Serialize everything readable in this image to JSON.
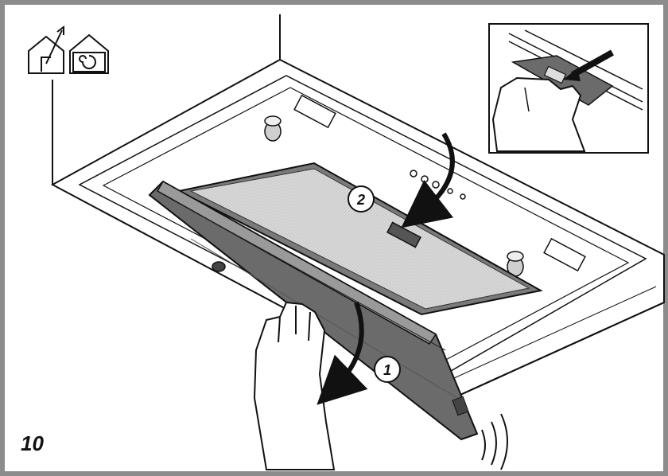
{
  "figure": {
    "step_number": "10",
    "badges": [
      "1",
      "2"
    ],
    "icons": [
      "ducted-mode-icon",
      "recirculation-mode-icon"
    ],
    "colors": {
      "frame": "#8c8c8c",
      "filter_panel": "#6b6b6b",
      "filter_mesh": "#d6d6d6",
      "line": "#111111"
    }
  }
}
